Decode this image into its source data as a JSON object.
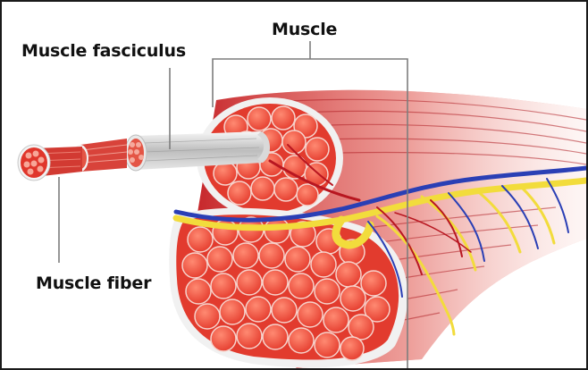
{
  "labels": {
    "muscle": "Muscle",
    "muscle_fasciculus": "Muscle fasciculus",
    "muscle_fiber": "Muscle fiber"
  },
  "colors": {
    "muscle_red": "#d9332a",
    "muscle_dark": "#a5161a",
    "fascicle_light": "#f06452",
    "sheath_white": "#eeeeee",
    "nerve_yellow": "#f2dc3c",
    "vessel_blue": "#2a3fb5",
    "vessel_red": "#b81620",
    "leader_gray": "#7d7d7d"
  }
}
